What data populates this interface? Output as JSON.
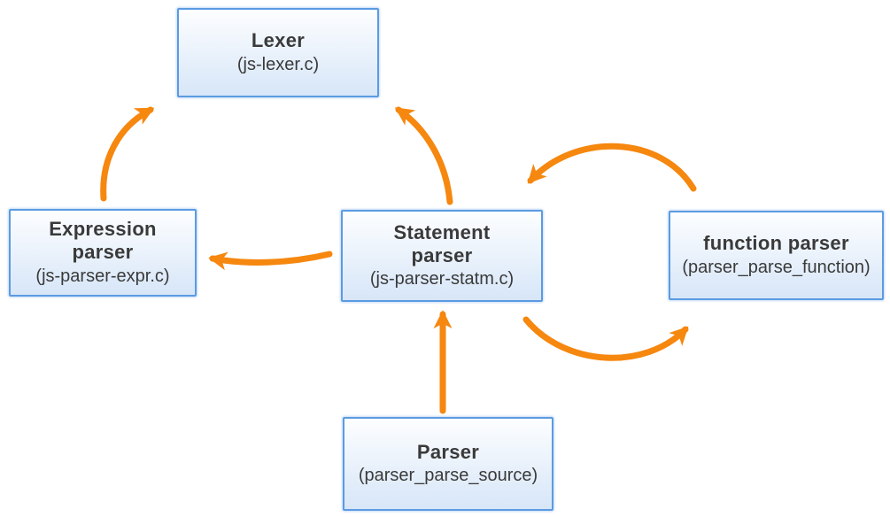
{
  "diagram": {
    "colors": {
      "arrow": "#f6870f",
      "node_border": "#5b9be2",
      "node_fill_top": "#fdfeff",
      "node_fill_bottom": "#d7e6f8",
      "text": "#3a3a3a",
      "background": "#ffffff"
    },
    "nodes": {
      "lexer": {
        "title": "Lexer",
        "subtitle": "(js-lexer.c)"
      },
      "expression_parser": {
        "title": "Expression\nparser",
        "subtitle": "(js-parser-expr.c)"
      },
      "statement_parser": {
        "title": "Statement\nparser",
        "subtitle": "(js-parser-statm.c)"
      },
      "function_parser": {
        "title": "function parser",
        "subtitle": "(parser_parse_function)"
      },
      "parser": {
        "title": "Parser",
        "subtitle": "(parser_parse_source)"
      }
    },
    "edges": [
      {
        "from": "expression_parser",
        "to": "lexer"
      },
      {
        "from": "statement_parser",
        "to": "lexer"
      },
      {
        "from": "statement_parser",
        "to": "expression_parser"
      },
      {
        "from": "function_parser",
        "to": "statement_parser"
      },
      {
        "from": "statement_parser",
        "to": "function_parser"
      },
      {
        "from": "parser",
        "to": "statement_parser"
      }
    ]
  }
}
